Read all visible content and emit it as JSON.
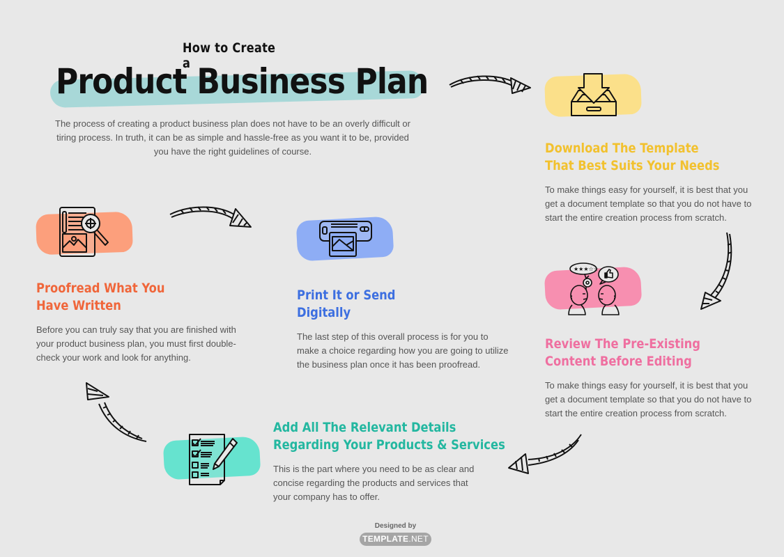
{
  "header": {
    "subtitle": "How to Create a",
    "title": "Product Business Plan",
    "intro": "The process of creating a product business plan does not have to be an overly difficult or tiring process. In truth, it can be as simple and hassle-free as you want it to be, provided you have the right guidelines of course."
  },
  "colors": {
    "background": "#e8e8e8",
    "title_highlight": "#a8d8d8",
    "download": "#f2c12e",
    "download_swatch": "#fbe08a",
    "review": "#ef6fa0",
    "review_swatch": "#f78fb0",
    "details": "#23b7a0",
    "details_swatch": "#66e3cf",
    "print": "#3d6fe0",
    "print_swatch": "#8eadf5",
    "proofread": "#f0663a",
    "proofread_swatch": "#fc9f7c"
  },
  "steps": {
    "download": {
      "icon": "download-tray-icon",
      "heading_line1": "Download The Template",
      "heading_line2": "That Best Suits Your Needs",
      "body": "To make things easy for yourself, it is best that you get a document template so that you do not have to start the entire creation process from scratch."
    },
    "review": {
      "icon": "review-conversation-icon",
      "heading_line1": "Review The Pre-Existing",
      "heading_line2": "Content Before Editing",
      "body": "To make things easy for yourself, it is best that you get a document template so that you do not have to start the entire creation process from scratch."
    },
    "details": {
      "icon": "checklist-pencil-icon",
      "heading_line1": "Add All The Relevant Details",
      "heading_line2": "Regarding Your Products & Services",
      "body": "This is the part where you need to be as clear and concise regarding the products and services that your company has to offer."
    },
    "proofread": {
      "icon": "document-magnifier-icon",
      "heading_line1": "Proofread What You",
      "heading_line2": "Have Written",
      "body": "Before you can truly say that you are finished with your product business plan, you must first double-check your work and look for anything."
    },
    "print": {
      "icon": "printer-icon",
      "heading_line1": "Print It or Send",
      "heading_line2": "Digitally",
      "body": "The last step of this overall process is for you to make a choice regarding how you are going to utilize the business plan once it has been proofread."
    }
  },
  "footer": {
    "designed_by": "Designed by",
    "brand_main": "TEMPLATE",
    "brand_suffix": ".NET"
  }
}
